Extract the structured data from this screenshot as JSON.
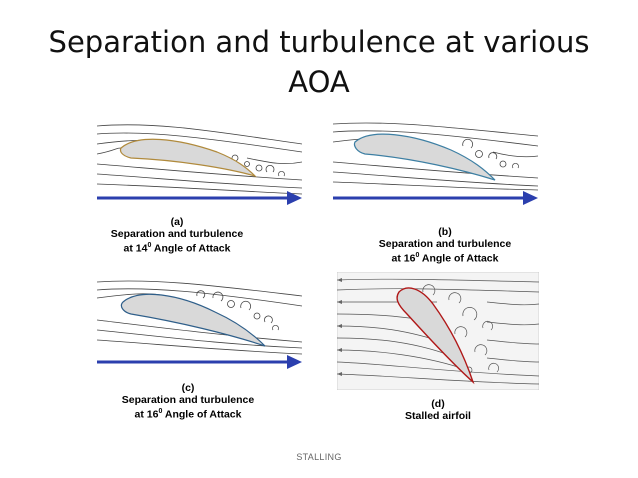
{
  "slide": {
    "title_line1": "Separation and turbulence at various",
    "title_line2": "AOA",
    "footer": "STALLING"
  },
  "panels": [
    {
      "letter": "(a)",
      "line1": "Separation and turbulence",
      "line2_pre": "at 14",
      "sup": "0",
      "line2_post": " Angle of Attack"
    },
    {
      "letter": "(b)",
      "line1": "Separation and turbulence",
      "line2_pre": "at 16",
      "sup": "0",
      "line2_post": " Angle of Attack"
    },
    {
      "letter": "(c)",
      "line1": "Separation and turbulence",
      "line2_pre": "at 16",
      "sup": "0",
      "line2_post": " Angle of Attack"
    },
    {
      "letter": "(d)",
      "line1": "Stalled airfoil"
    }
  ],
  "colors": {
    "airflow_arrow": "#2b3fae",
    "airfoil_fill": "#d9d9d9",
    "outline_a": "#b08a3c",
    "outline_b": "#3d7fa3",
    "outline_c": "#2f5f8a",
    "outline_d": "#b01818"
  }
}
